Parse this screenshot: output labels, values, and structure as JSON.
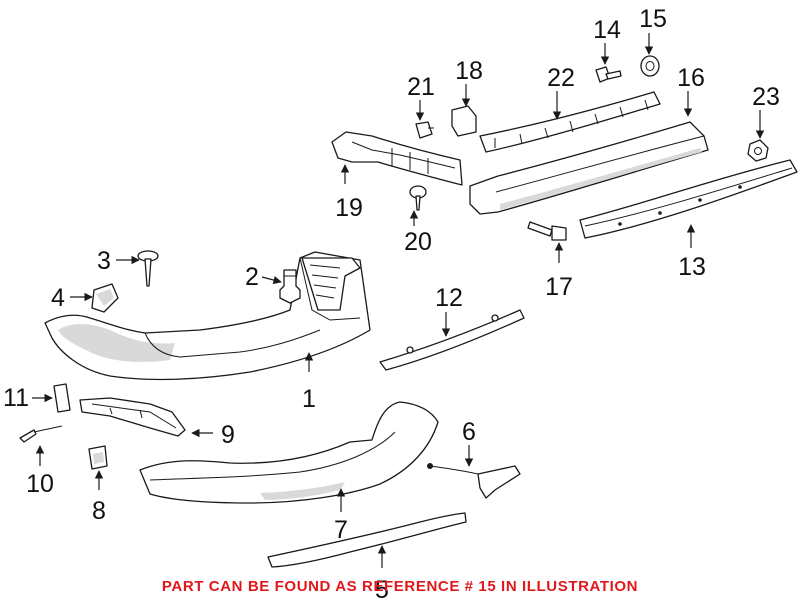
{
  "callouts": {
    "c1": "1",
    "c2": "2",
    "c3": "3",
    "c4": "4",
    "c5": "5",
    "c6": "6",
    "c7": "7",
    "c8": "8",
    "c9": "9",
    "c10": "10",
    "c11": "11",
    "c12": "12",
    "c13": "13",
    "c14": "14",
    "c15": "15",
    "c16": "16",
    "c17": "17",
    "c18": "18",
    "c19": "19",
    "c20": "20",
    "c21": "21",
    "c22": "22",
    "c23": "23"
  },
  "footer": {
    "note": "PART CAN BE FOUND AS REFERENCE # 15 IN ILLUSTRATION",
    "color": "#e0181b"
  }
}
